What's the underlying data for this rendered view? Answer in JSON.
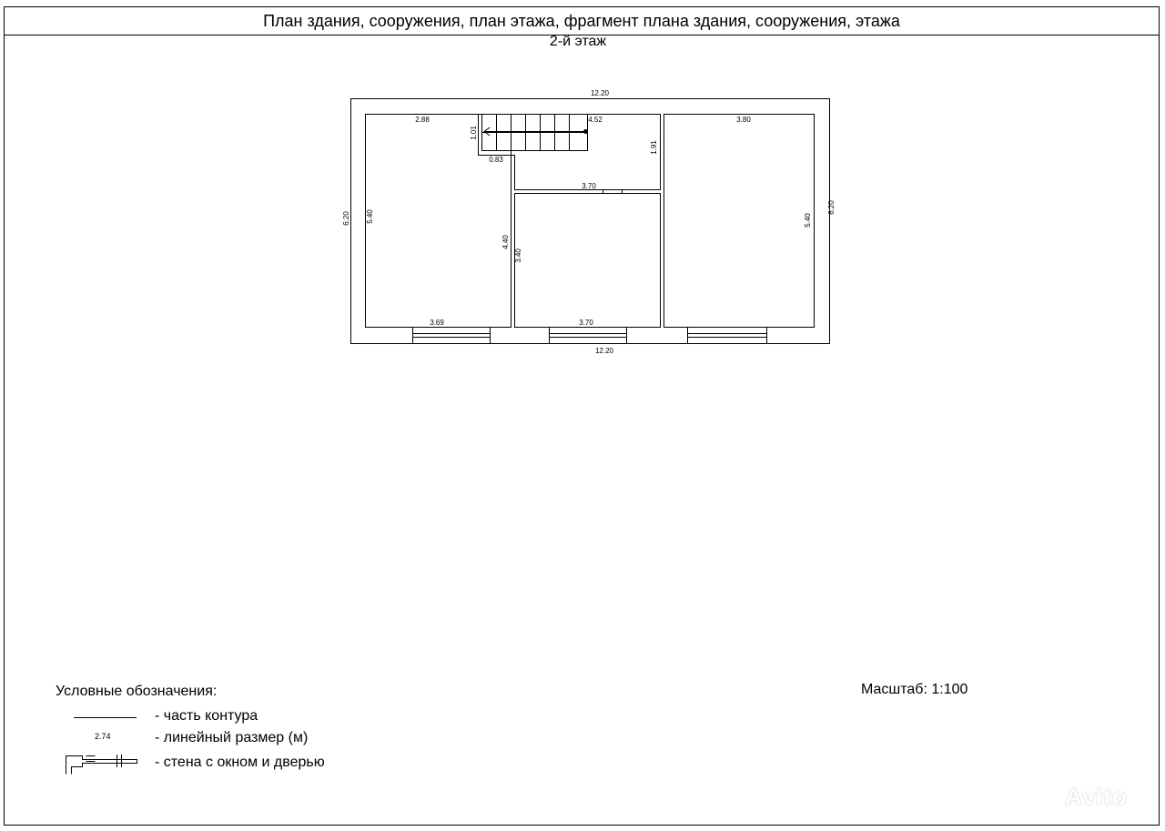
{
  "header": {
    "title": "План здания, сооружения, план этажа, фрагмент плана здания, сооружения, этажа"
  },
  "plan": {
    "floor_label": "2-й этаж",
    "dimensions": {
      "total_width_top": "12.20",
      "total_width_bottom": "12.20",
      "total_height_left": "6.20",
      "total_height_right": "6.20",
      "left_room_width": "2.88",
      "left_room_height": "5.40",
      "left_room_bottom": "3.69",
      "stair_top": "4.52",
      "stair_side": "1.01",
      "stair_step": "0.83",
      "corridor_side": "1.91",
      "corridor_width": "3.70",
      "middle_room_height_outer": "4.40",
      "middle_room_height_inner": "3.40",
      "middle_room_bottom": "3.70",
      "right_room_width": "3.80",
      "right_room_height": "5.40"
    }
  },
  "legend": {
    "title": "Условные обозначения:",
    "contour_label": "- часть контура",
    "sample_dimension": "2.74",
    "dimension_label": "- линейный размер (м)",
    "wall_label": "- стена с окном и дверью"
  },
  "scale": {
    "label": "Масштаб: 1:100"
  },
  "watermark": {
    "text": "Avito"
  }
}
